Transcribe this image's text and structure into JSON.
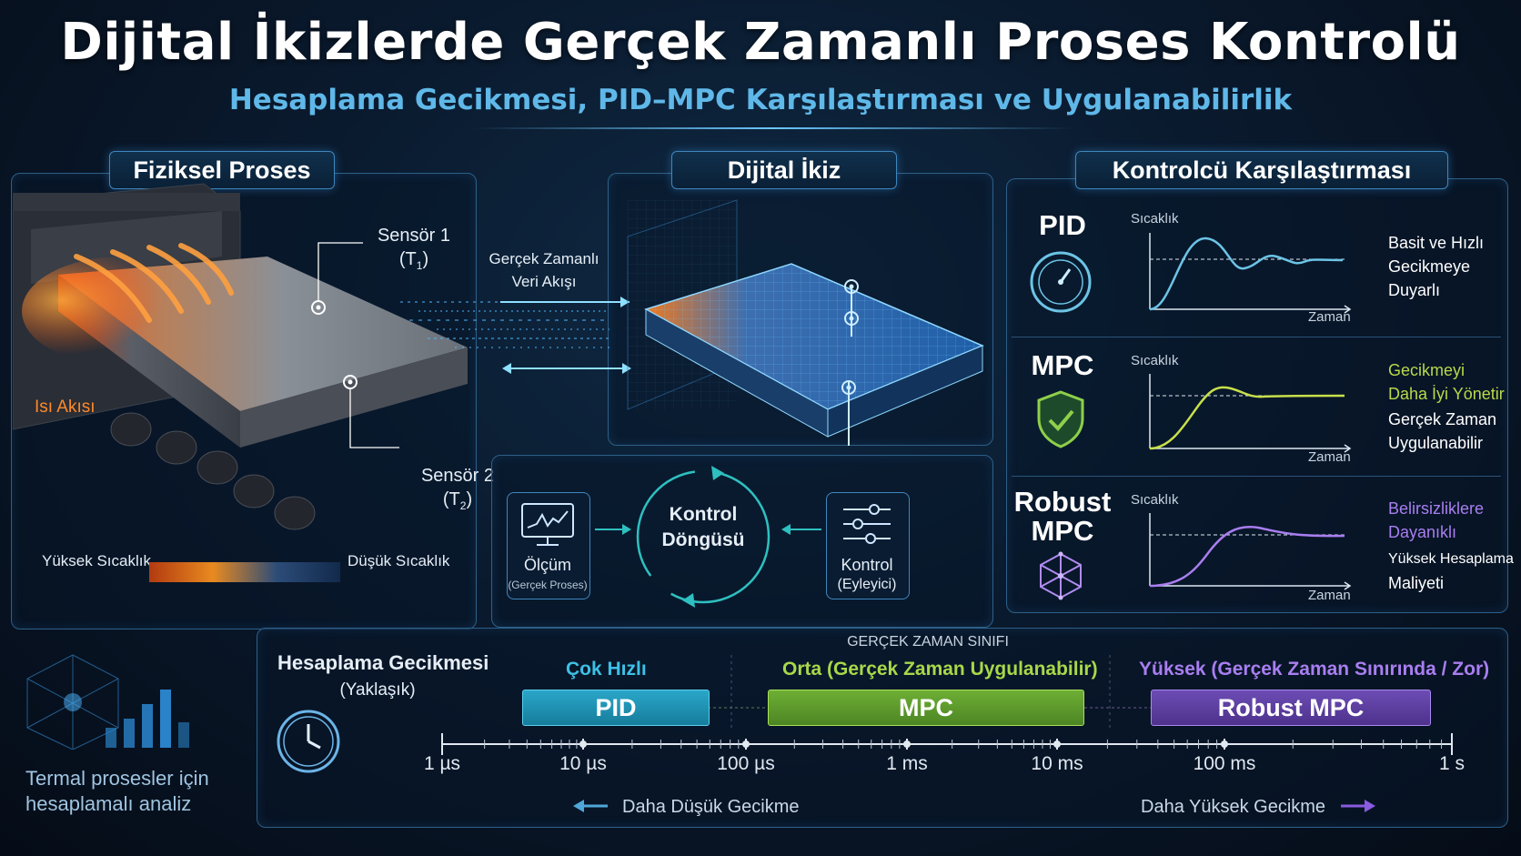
{
  "title": "Dijital İkizlerde Gerçek Zamanlı Proses Kontrolü",
  "subtitle": "Hesaplama Gecikmesi, PID–MPC Karşılaştırması ve Uygulanabilirlik",
  "physical": {
    "header": "Fiziksel Proses",
    "sensor1": "Sensör 1",
    "sensor1_sub": "(T",
    "sensor1_idx": "1",
    "sensor2": "Sensör 2",
    "sensor2_sub": "(T",
    "sensor2_idx": "2",
    "close": ")",
    "heat_flow": "Isı Akısı",
    "legend_high": "Yüksek Sıcaklık",
    "legend_low": "Düşük Sıcaklık"
  },
  "twin": {
    "header": "Dijital İkiz",
    "stream_line1": "Gerçek Zamanlı",
    "stream_line2": "Veri Akışı",
    "loop_line1": "Kontrol",
    "loop_line2": "Döngüsü",
    "measure": "Ölçüm",
    "measure_sub": "(Gerçek Proses)",
    "control": "Kontrol",
    "control_sub": "(Eyleyici)"
  },
  "comparison": {
    "header": "Kontrolcü Karşılaştırması",
    "y_label": "Sıcaklık",
    "x_label": "Zaman",
    "rows": [
      {
        "name": "PID",
        "notes": [
          "Basit ve Hızlı",
          "Gecikmeye",
          "Duyarlı"
        ],
        "color": "#6cc4e6"
      },
      {
        "name": "MPC",
        "notes_colored": [
          "Gecikmeyi",
          "Daha İyi Yönetir"
        ],
        "notes": [
          "Gerçek Zaman",
          "Uygulanabilir"
        ],
        "color": "#b8d84a"
      },
      {
        "name_l1": "Robust",
        "name_l2": "MPC",
        "notes_colored": [
          "Belirsizliklere",
          "Dayanıklı"
        ],
        "notes": [
          "Yüksek Hesaplama",
          "Maliyeti"
        ],
        "color": "#a97ef0"
      }
    ]
  },
  "latency": {
    "heading": "Hesaplama Gecikmesi",
    "heading_sub": "(Yaklaşık)",
    "class_title": "GERÇEK ZAMAN SINIFI",
    "class_fast": "Çok Hızlı",
    "class_mid": "Orta (Gerçek Zaman Uygulanabilir)",
    "class_high": "Yüksek (Gerçek Zaman Sınırında / Zor)",
    "bar_pid": "PID",
    "bar_mpc": "MPC",
    "bar_robust": "Robust MPC",
    "ticks": [
      "1 µs",
      "10 µs",
      "100 µs",
      "1 ms",
      "10 ms",
      "100 ms",
      "1 s"
    ],
    "lower": "Daha Düşük Gecikme",
    "higher": "Daha Yüksek Gecikme",
    "colors": {
      "pid": "#1f8fb0",
      "mpc": "#5e9a2c",
      "robust": "#5d3f9e"
    }
  },
  "footer": {
    "line1": "Termal prosesler için",
    "line2": "hesaplamalı analiz"
  }
}
